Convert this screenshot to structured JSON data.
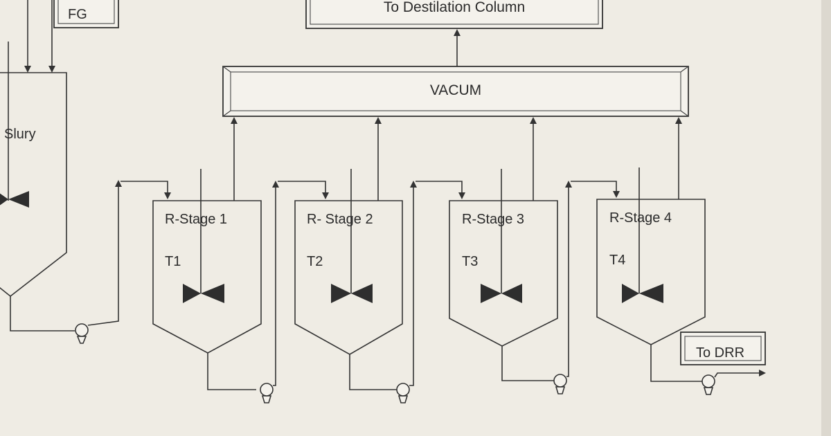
{
  "labels": {
    "fg": "FG",
    "distillation": "To Destilation Column",
    "vacuum": "VACUM",
    "slurry": "Slury",
    "drr": "To DRR"
  },
  "stages": [
    {
      "name": "R-Stage 1",
      "temp": "T1"
    },
    {
      "name": "R- Stage 2",
      "temp": "T2"
    },
    {
      "name": "R-Stage 3",
      "temp": "T3"
    },
    {
      "name": "R-Stage 4",
      "temp": "T4"
    }
  ],
  "colors": {
    "paper": "#efece4",
    "line": "#333333"
  }
}
